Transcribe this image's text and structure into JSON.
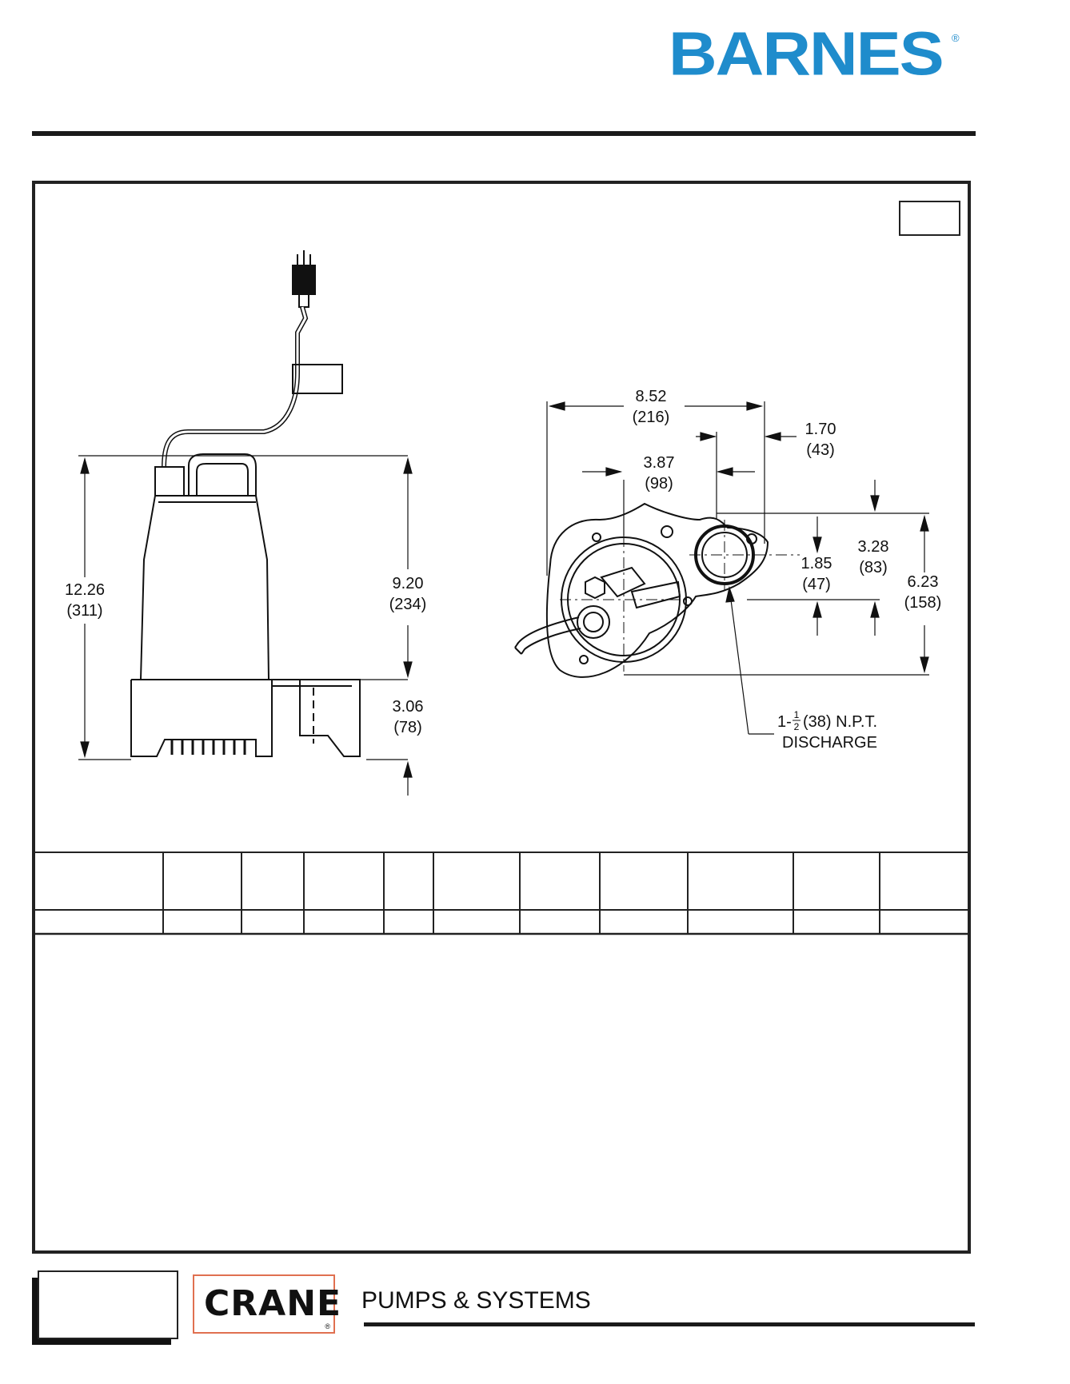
{
  "brand": {
    "logo": "BARNES",
    "reg": "®"
  },
  "footer": {
    "crane": "CRANE",
    "crane_reg": "®",
    "tagline": "PUMPS & SYSTEMS"
  },
  "dimensions": {
    "overall_height": {
      "in": "12.26",
      "mm": "(311)"
    },
    "body_height": {
      "in": "9.20",
      "mm": "(234)"
    },
    "base_height": {
      "in": "3.06",
      "mm": "(78)"
    },
    "overall_width": {
      "in": "8.52",
      "mm": "(216)"
    },
    "discharge_offset": {
      "in": "1.70",
      "mm": "(43)"
    },
    "center_offset": {
      "in": "3.87",
      "mm": "(98)"
    },
    "discharge_to_center": {
      "in": "1.85",
      "mm": "(47)"
    },
    "top_to_center": {
      "in": "3.28",
      "mm": "(83)"
    },
    "overall_depth": {
      "in": "6.23",
      "mm": "(158)"
    }
  },
  "discharge_label": {
    "prefix": "1-",
    "frac_num": "1",
    "frac_den": "2",
    "suffix": "(38) N.P.T.",
    "line2": "DISCHARGE"
  },
  "spec_table": {
    "columns": 11,
    "rows": 2
  }
}
